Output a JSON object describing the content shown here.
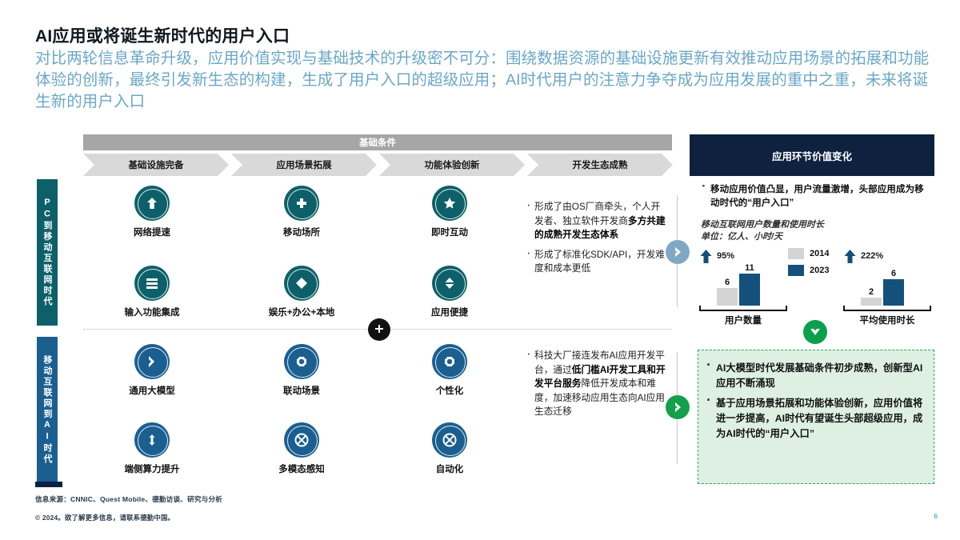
{
  "title": "AI应用或将诞生新时代的用户入口",
  "subtitle": "对比两轮信息革命升级，应用价值实现与基础技术的升级密不可分：围绕数据资源的基础设施更新有效推动应用场景的拓展和功能体验的创新，最终引发新生态的构建，生成了用户入口的超级应用；AI时代用户的注意力争夺成为应用发展的重中之重，未来将诞生新的用户入口",
  "band": {
    "basic_label": "基础条件",
    "stages": [
      "基础设施完备",
      "应用场景拓展",
      "功能体验创新",
      "开发生态成熟"
    ],
    "right_header": "应用环节价值变化"
  },
  "eras": [
    {
      "label": "PC到移动互联网时代",
      "color": "#0d6069"
    },
    {
      "label": "移动互联网到AI时代",
      "color": "#1b5f91"
    }
  ],
  "grid": {
    "row1": [
      {
        "icon": "arrow-up-icon",
        "label": "网络提速"
      },
      {
        "icon": "plus-icon",
        "label": "移动场所"
      },
      {
        "icon": "star-icon",
        "label": "即时互动"
      }
    ],
    "row2": [
      {
        "icon": "lines-icon",
        "label": "输入功能集成"
      },
      {
        "icon": "diamond-icon",
        "label": "娱乐+办公+本地"
      },
      {
        "icon": "up-down-arrow-icon",
        "label": "应用便捷"
      }
    ],
    "row3": [
      {
        "icon": "chevron-right-icon",
        "label": "通用大模型"
      },
      {
        "icon": "gear-icon",
        "label": "联动场景"
      },
      {
        "icon": "gear-icon",
        "label": "个性化"
      }
    ],
    "row4": [
      {
        "icon": "up-down-arrow-icon",
        "label": "端侧算力提升"
      },
      {
        "icon": "circle-x-icon",
        "label": "多模态感知"
      },
      {
        "icon": "circle-x-icon",
        "label": "自动化"
      }
    ]
  },
  "center_badge": "plus-icon",
  "middle_bullets_top": [
    {
      "plain1": "形成了由OS厂商牵头，个人开发者、独立软件开发商",
      "bold": "多方共建的成熟开发生态体系",
      "plain2": ""
    },
    {
      "plain1": "形成了标准化SDK/API，开发难度和成本更低",
      "bold": "",
      "plain2": ""
    }
  ],
  "middle_bullets_bottom": [
    {
      "plain1": "科技大厂接连发布AI应用开发平台，通过",
      "bold": "低门槛AI开发工具和开发平台服务",
      "plain2": "降低开发成本和难度，加速移动应用生态向AI应用生态迁移"
    }
  ],
  "right_panel": {
    "top_bullet": "移动应用价值凸显，用户流量激增，头部应用成为移动时代的“用户入口”",
    "caption_line1": "移动互联网用户数量和使用时长",
    "caption_line2": "单位：亿人、小时/天",
    "green_bullets": [
      "AI大模型时代发展基础条件初步成熟，创新型AI应用不断涌现",
      "基于应用场景拓展和功能体验创新，应用价值将进一步提高，AI时代有望诞生头部超级应用，成为AI时代的“用户入口”"
    ]
  },
  "chart_data": {
    "type": "bar",
    "title": "移动互联网用户数量和使用时长",
    "subtitle": "单位：亿人、小时/天",
    "categories": [
      "用户数量",
      "平均使用时长"
    ],
    "series": [
      {
        "name": "2014",
        "color": "#d4d4d4",
        "values": [
          6,
          2
        ]
      },
      {
        "name": "2023",
        "color": "#14507c",
        "values": [
          11,
          6
        ]
      }
    ],
    "growth": [
      "95%",
      "222%"
    ],
    "legend": [
      "2014",
      "2023"
    ],
    "legend_position": "center",
    "grid": false,
    "ylim": [
      0,
      12
    ],
    "xlabel": "",
    "ylabel": ""
  },
  "footer": {
    "source": "信息来源：CNNIC、Quest Mobile、德勤访谈、研究与分析",
    "copyright": "© 2024。欲了解更多信息，请联系德勤中国。",
    "page": "6"
  }
}
